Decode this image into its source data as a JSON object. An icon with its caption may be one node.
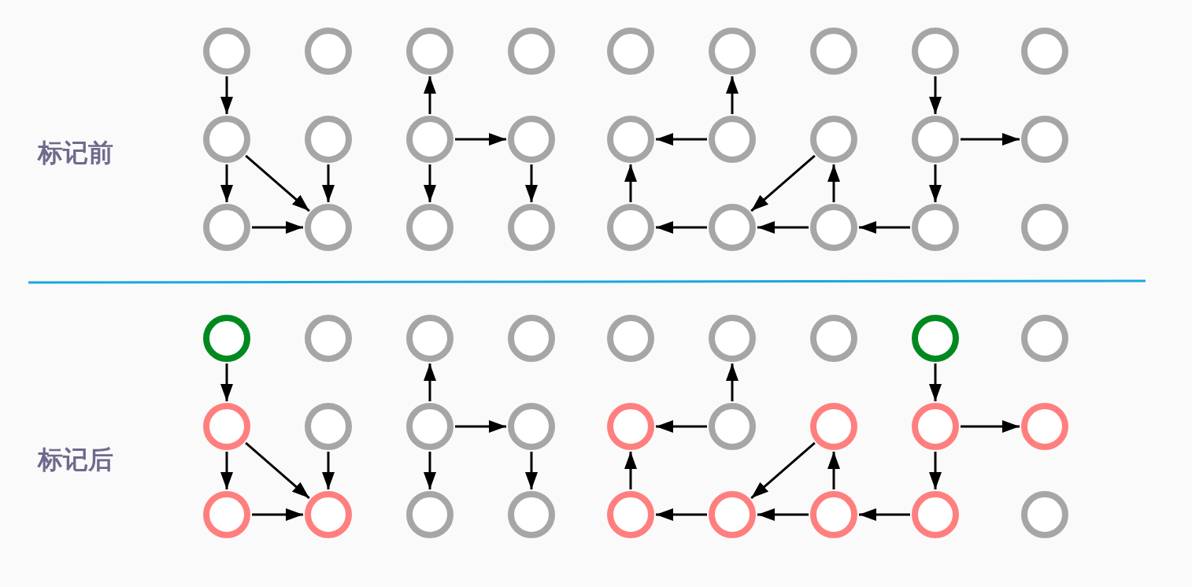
{
  "diagram": {
    "nodes": [
      {
        "text": [],
        "shape": "circle"
      },
      {
        "text": [],
        "shape": "circle"
      },
      {
        "text": [],
        "shape": "circle"
      },
      {
        "text": [],
        "shape": "circle"
      },
      {
        "text": [],
        "shape": "circle"
      },
      {
        "text": [],
        "shape": "circle"
      },
      {
        "text": [],
        "shape": "circle"
      },
      {
        "text": [],
        "shape": "circle"
      },
      {
        "text": [],
        "shape": "circle"
      },
      {
        "text": [],
        "shape": "circle"
      },
      {
        "text": [],
        "shape": "circle"
      },
      {
        "text": [],
        "shape": "circle"
      },
      {
        "text": [],
        "shape": "circle"
      },
      {
        "text": [],
        "shape": "circle"
      },
      {
        "text": [],
        "shape": "circle"
      },
      {
        "text": [],
        "shape": "circle"
      },
      {
        "text": [],
        "shape": "circle"
      },
      {
        "text": [],
        "shape": "circle"
      },
      {
        "text": [],
        "shape": "circle"
      },
      {
        "text": [],
        "shape": "circle"
      },
      {
        "text": [],
        "shape": "circle"
      },
      {
        "text": [],
        "shape": "circle"
      },
      {
        "text": [],
        "shape": "circle"
      },
      {
        "text": [],
        "shape": "circle"
      },
      {
        "text": [],
        "shape": "circle"
      },
      {
        "text": [],
        "shape": "circle"
      },
      {
        "text": [],
        "shape": "circle"
      },
      {
        "text": [],
        "shape": "circle"
      },
      {
        "text": [],
        "shape": "circle"
      },
      {
        "text": [],
        "shape": "circle"
      },
      {
        "text": [],
        "shape": "circle"
      },
      {
        "text": [],
        "shape": "circle"
      },
      {
        "text": [],
        "shape": "circle"
      },
      {
        "text": [],
        "shape": "circle"
      },
      {
        "text": [],
        "shape": "circle"
      },
      {
        "text": [],
        "shape": "circle"
      },
      {
        "text": [],
        "shape": "circle"
      },
      {
        "text": [],
        "shape": "circle"
      },
      {
        "text": [],
        "shape": "circle"
      },
      {
        "text": [],
        "shape": "circle"
      },
      {
        "text": [],
        "shape": "circle"
      },
      {
        "text": [],
        "shape": "circle"
      },
      {
        "text": [],
        "shape": "circle"
      },
      {
        "text": [],
        "shape": "circle"
      },
      {
        "text": [],
        "shape": "circle"
      },
      {
        "text": [],
        "shape": "circle"
      },
      {
        "text": [],
        "shape": "circle"
      },
      {
        "text": [],
        "shape": "circle"
      },
      {
        "text": [],
        "shape": "circle"
      },
      {
        "text": [],
        "shape": "circle"
      },
      {
        "text": [],
        "shape": "circle"
      },
      {
        "text": [],
        "shape": "circle"
      },
      {
        "text": [],
        "shape": "circle"
      },
      {
        "text": [],
        "shape": "circle"
      }
    ],
    "edges": [
      {
        "from": 0,
        "to": 9,
        "arrow": "to"
      },
      {
        "from": 9,
        "to": 18,
        "arrow": "to"
      },
      {
        "from": 9,
        "to": 19,
        "arrow": "to"
      },
      {
        "from": 18,
        "to": 19,
        "arrow": "to"
      },
      {
        "from": 10,
        "to": 19,
        "arrow": "to"
      },
      {
        "from": 11,
        "to": 2,
        "arrow": "to"
      },
      {
        "from": 11,
        "to": 12,
        "arrow": "to"
      },
      {
        "from": 11,
        "to": 20,
        "arrow": "to"
      },
      {
        "from": 12,
        "to": 21,
        "arrow": "to"
      },
      {
        "from": 14,
        "to": 13,
        "arrow": "to"
      },
      {
        "from": 14,
        "to": 5,
        "arrow": "to"
      },
      {
        "from": 22,
        "to": 13,
        "arrow": "to"
      },
      {
        "from": 23,
        "to": 22,
        "arrow": "to"
      },
      {
        "from": 15,
        "to": 23,
        "arrow": "to"
      },
      {
        "from": 24,
        "to": 23,
        "arrow": "to"
      },
      {
        "from": 24,
        "to": 15,
        "arrow": "to"
      },
      {
        "from": 25,
        "to": 24,
        "arrow": "to"
      },
      {
        "from": 7,
        "to": 16,
        "arrow": "to"
      },
      {
        "from": 16,
        "to": 17,
        "arrow": "to"
      },
      {
        "from": 16,
        "to": 25,
        "arrow": "to"
      },
      {
        "from": 27,
        "to": 36,
        "arrow": "to"
      },
      {
        "from": 36,
        "to": 45,
        "arrow": "to"
      },
      {
        "from": 36,
        "to": 46,
        "arrow": "to"
      },
      {
        "from": 45,
        "to": 46,
        "arrow": "to"
      },
      {
        "from": 37,
        "to": 46,
        "arrow": "to"
      },
      {
        "from": 38,
        "to": 29,
        "arrow": "to"
      },
      {
        "from": 38,
        "to": 39,
        "arrow": "to"
      },
      {
        "from": 38,
        "to": 47,
        "arrow": "to"
      },
      {
        "from": 39,
        "to": 48,
        "arrow": "to"
      },
      {
        "from": 41,
        "to": 40,
        "arrow": "to"
      },
      {
        "from": 41,
        "to": 32,
        "arrow": "to"
      },
      {
        "from": 49,
        "to": 40,
        "arrow": "to"
      },
      {
        "from": 50,
        "to": 49,
        "arrow": "to"
      },
      {
        "from": 42,
        "to": 50,
        "arrow": "to"
      },
      {
        "from": 51,
        "to": 50,
        "arrow": "to"
      },
      {
        "from": 51,
        "to": 42,
        "arrow": "to"
      },
      {
        "from": 52,
        "to": 51,
        "arrow": "to"
      },
      {
        "from": 34,
        "to": 43,
        "arrow": "to"
      },
      {
        "from": 43,
        "to": 44,
        "arrow": "to"
      },
      {
        "from": 43,
        "to": 52,
        "arrow": "to"
      }
    ],
    "labels": [
      "标记前",
      "标记后"
    ]
  }
}
